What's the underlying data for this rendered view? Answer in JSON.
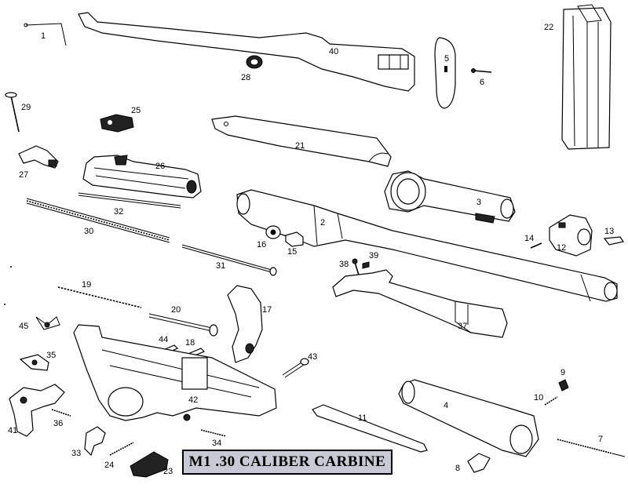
{
  "title": "M1 .30 CALIBER CARBINE",
  "parts": [
    {
      "id": "1"
    },
    {
      "id": "2"
    },
    {
      "id": "3"
    },
    {
      "id": "4"
    },
    {
      "id": "5"
    },
    {
      "id": "6"
    },
    {
      "id": "7"
    },
    {
      "id": "8"
    },
    {
      "id": "9"
    },
    {
      "id": "10"
    },
    {
      "id": "11"
    },
    {
      "id": "12"
    },
    {
      "id": "13"
    },
    {
      "id": "14"
    },
    {
      "id": "15"
    },
    {
      "id": "16"
    },
    {
      "id": "17"
    },
    {
      "id": "18"
    },
    {
      "id": "19"
    },
    {
      "id": "20"
    },
    {
      "id": "21"
    },
    {
      "id": "22"
    },
    {
      "id": "23"
    },
    {
      "id": "24"
    },
    {
      "id": "25"
    },
    {
      "id": "26"
    },
    {
      "id": "27"
    },
    {
      "id": "28"
    },
    {
      "id": "29"
    },
    {
      "id": "30"
    },
    {
      "id": "31"
    },
    {
      "id": "32"
    },
    {
      "id": "33"
    },
    {
      "id": "34"
    },
    {
      "id": "35"
    },
    {
      "id": "36"
    },
    {
      "id": "37"
    },
    {
      "id": "38"
    },
    {
      "id": "39"
    },
    {
      "id": "40"
    },
    {
      "id": "41"
    },
    {
      "id": "42"
    },
    {
      "id": "43"
    },
    {
      "id": "44"
    },
    {
      "id": "45"
    }
  ]
}
